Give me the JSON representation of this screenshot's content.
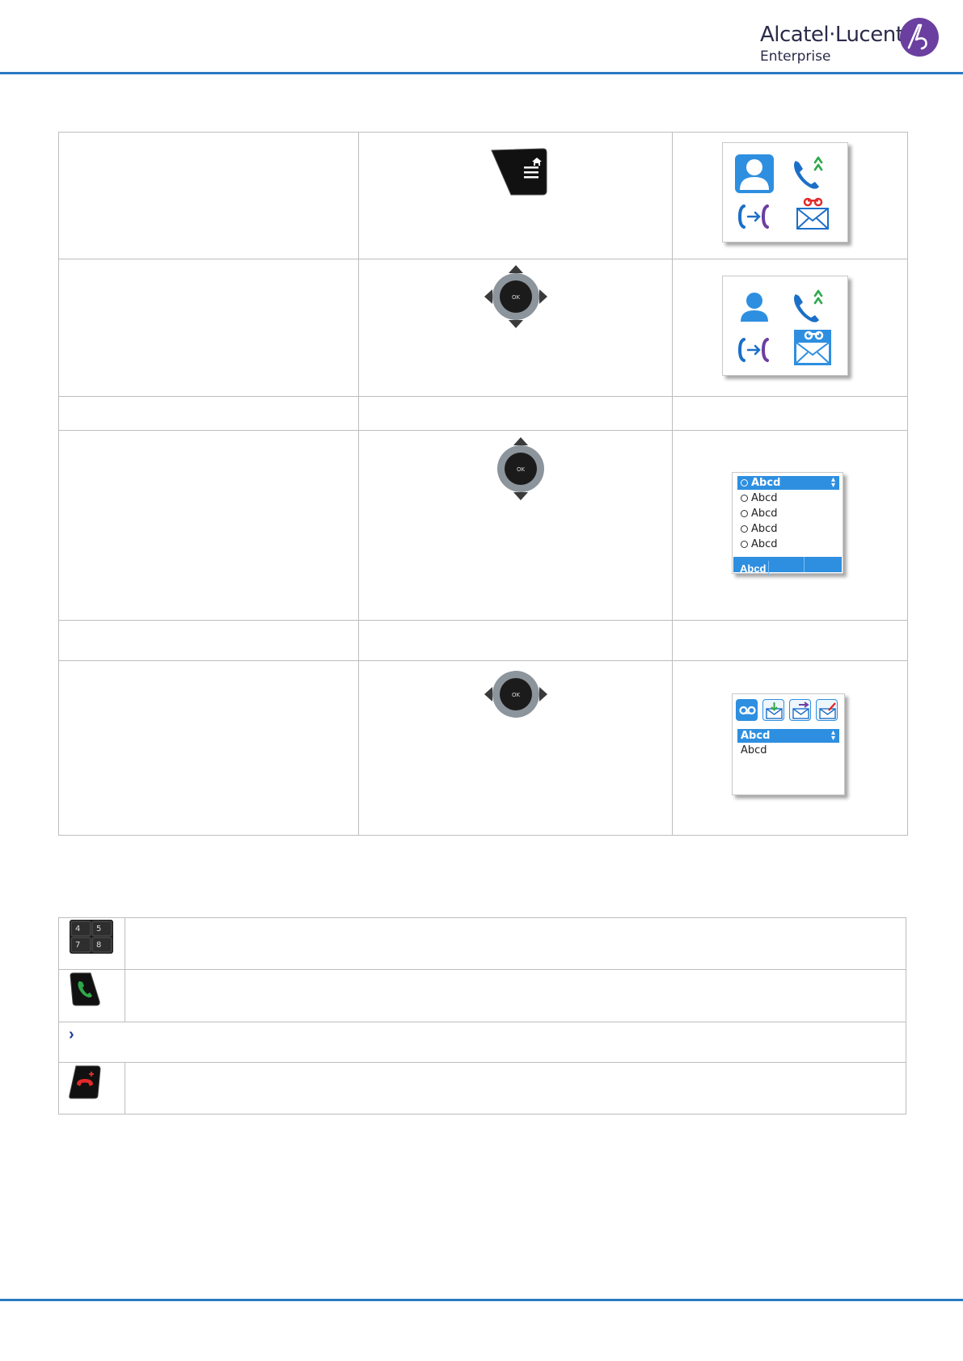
{
  "brand": {
    "name": "Alcatel·Lucent",
    "sub": "Enterprise",
    "colors": {
      "rule": "#2a79c1",
      "logo_purple": "#6b3fa0",
      "screen_blue": "#2e8fe0"
    }
  },
  "steps_table": {
    "row1": {
      "key_icon": "menu-home-key-icon",
      "screen_icons": [
        "contacts-icon",
        "call-log-icon",
        "transfer-icon",
        "voicemail-icon"
      ]
    },
    "row2": {
      "key_icon": "navigator-ok-key-icon",
      "screen_icons": [
        "contacts-icon",
        "call-log-icon",
        "transfer-icon",
        "voicemail-icon"
      ],
      "selected": "voicemail-icon"
    },
    "row4": {
      "key_icon": "navigator-up-down-icon",
      "list": [
        "Abcd",
        "Abcd",
        "Abcd",
        "Abcd",
        "Abcd"
      ],
      "softkey": "Abcd"
    },
    "row6": {
      "key_icon": "navigator-left-right-icon",
      "tabs": [
        "voicemail-tab-icon",
        "inbox-tab-icon",
        "forward-mail-tab-icon",
        "compose-mail-tab-icon"
      ],
      "items": [
        "Abcd",
        "Abcd"
      ]
    }
  },
  "keys_table": {
    "rows": [
      {
        "icon": "dial-keypad-icon",
        "keys": [
          "4",
          "5",
          "7",
          "8"
        ]
      },
      {
        "icon": "off-hook-green-key-icon"
      },
      {
        "icon": "chevron-right-icon",
        "marker": "›"
      },
      {
        "icon": "hang-up-red-key-icon"
      }
    ]
  }
}
